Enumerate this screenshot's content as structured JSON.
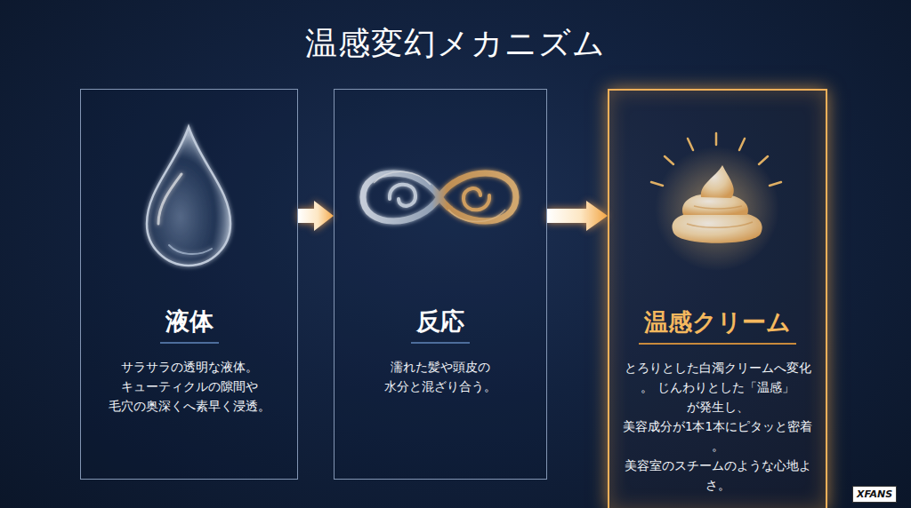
{
  "diagram": {
    "title": "温感変幻メカニズム",
    "nodes": [
      {
        "text": [
          "液体",
          "サラサラの透明な液体。 キューティクルの隙間や 毛穴の奥深くへ素早く浸透。"
        ]
      },
      {
        "text": [
          "反応",
          "濡れた髪や頭皮の 水分と混ざり合う。"
        ]
      },
      {
        "text": [
          "温感クリーム",
          "とろりとした白濁クリームへ変化。 じんわりとした「温感」が発生し、 美容成分が1本1本にピタッと密着。 美容室のスチームのような心地よさ。"
        ]
      }
    ],
    "edges": [
      {
        "from": 0,
        "to": 1,
        "arrow": "to"
      },
      {
        "from": 1,
        "to": 2,
        "arrow": "to"
      }
    ],
    "labels": [
      "XFANS"
    ]
  }
}
